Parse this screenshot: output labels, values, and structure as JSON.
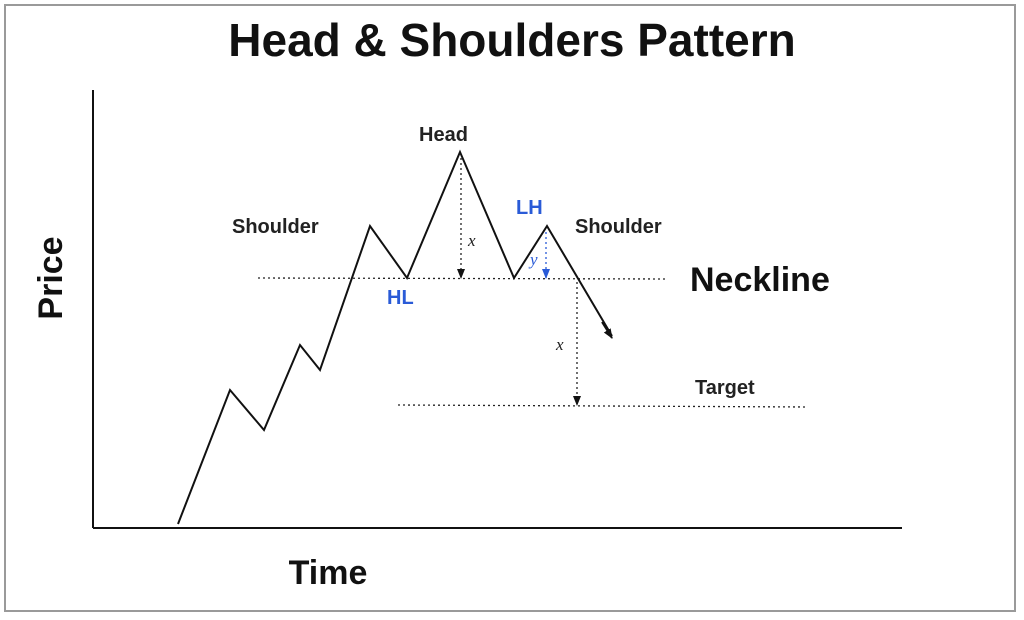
{
  "title": "Head & Shoulders Pattern",
  "axes": {
    "y_label": "Price",
    "x_label": "Time"
  },
  "labels": {
    "left_shoulder": "Shoulder",
    "head": "Head",
    "right_shoulder": "Shoulder",
    "higher_low": "HL",
    "lower_high": "LH",
    "neckline": "Neckline",
    "target": "Target"
  },
  "measures": {
    "head_height": "x",
    "lower_high_drop": "y",
    "target_projection": "x"
  },
  "colors": {
    "line": "#111111",
    "accent": "#2a5bd7",
    "border": "#9a9a9a"
  }
}
